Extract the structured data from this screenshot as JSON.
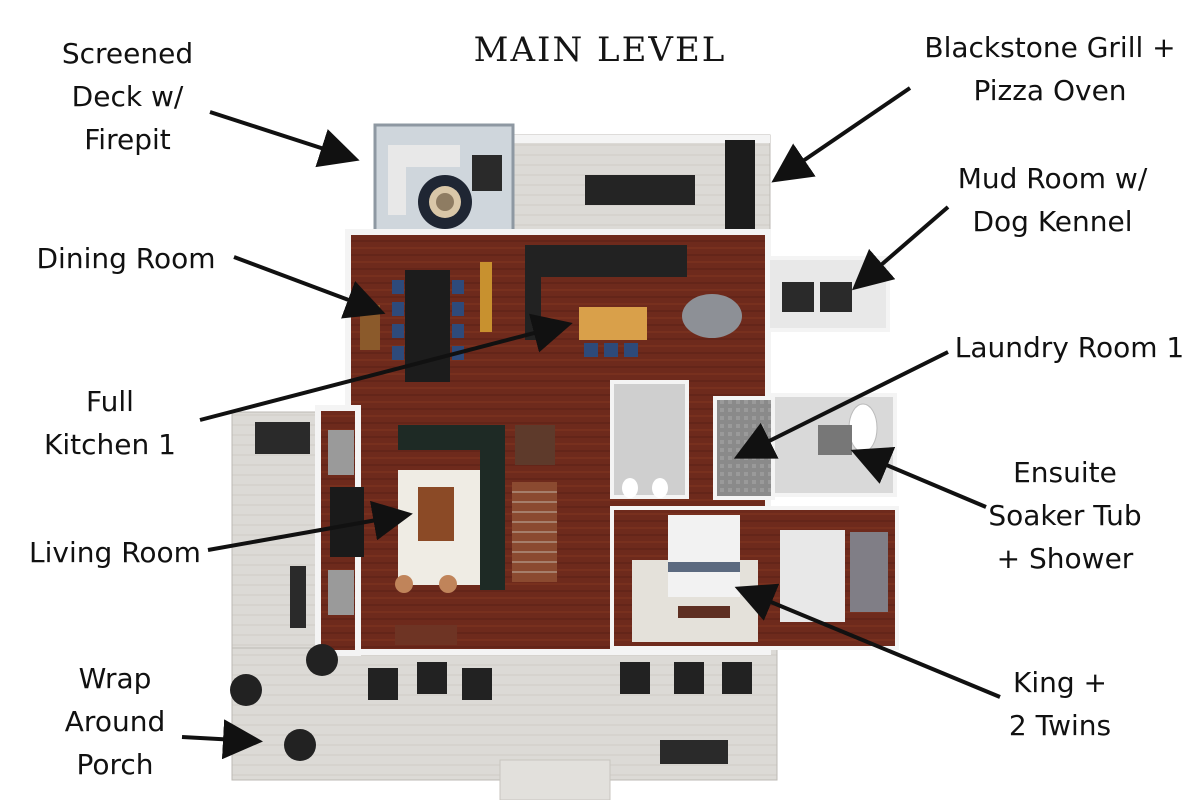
{
  "title": "MAIN LEVEL",
  "callouts": {
    "screened_deck": [
      "Screened",
      "Deck w/",
      "Firepit"
    ],
    "grill": [
      "Blackstone Grill +",
      "Pizza Oven"
    ],
    "mud_room": [
      "Mud Room w/",
      "Dog Kennel"
    ],
    "dining_room": [
      "Dining Room"
    ],
    "laundry": [
      "Laundry Room 1"
    ],
    "kitchen": [
      "Full",
      "Kitchen 1"
    ],
    "ensuite": [
      "Ensuite",
      "Soaker Tub",
      "+ Shower"
    ],
    "living_room": [
      "Living Room"
    ],
    "king": [
      "King +",
      "2 Twins"
    ],
    "porch": [
      "Wrap",
      "Around",
      "Porch"
    ]
  },
  "colors": {
    "floor_wood": "#6e2a1c",
    "porch_deck": "#dcdad6",
    "wall": "#f4f4f4",
    "dark_furniture": "#2a2a2a",
    "navy_chairs": "#2e4a7a",
    "label_text": "#111111"
  }
}
